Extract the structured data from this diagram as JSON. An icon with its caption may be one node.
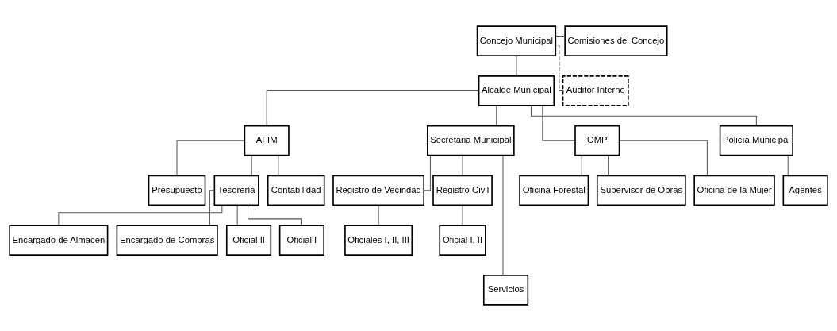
{
  "diagram": {
    "nodes": [
      {
        "text": [
          "Concejo Municipal"
        ]
      },
      {
        "text": [
          "Comisiones del Concejo"
        ]
      },
      {
        "text": [
          "Auditor Interno"
        ]
      },
      {
        "text": [
          "Alcalde Municipal"
        ]
      },
      {
        "text": [
          "AFIM"
        ]
      },
      {
        "text": [
          "Secretaria Municipal"
        ]
      },
      {
        "text": [
          "OMP"
        ]
      },
      {
        "text": [
          "Policía Municipal"
        ]
      },
      {
        "text": [
          "Presupuesto"
        ]
      },
      {
        "text": [
          "Tesorería"
        ]
      },
      {
        "text": [
          "Contabilidad"
        ]
      },
      {
        "text": [
          "Registro de Vecindad"
        ]
      },
      {
        "text": [
          "Registro Civil"
        ]
      },
      {
        "text": [
          "Oficina Forestal"
        ]
      },
      {
        "text": [
          "Supervisor de Obras"
        ]
      },
      {
        "text": [
          "Oficina de la Mujer"
        ]
      },
      {
        "text": [
          "Agentes"
        ]
      },
      {
        "text": [
          "Encargado de Almacen"
        ]
      },
      {
        "text": [
          "Encargado de Compras"
        ]
      },
      {
        "text": [
          "Oficial II"
        ]
      },
      {
        "text": [
          "Oficial I"
        ]
      },
      {
        "text": [
          "Oficiales I, II, III"
        ]
      },
      {
        "text": [
          "Oficial I, II"
        ]
      },
      {
        "text": [
          "Servicios"
        ]
      }
    ],
    "edges": [
      {
        "from": 0,
        "to": 1,
        "arrow": "none"
      },
      {
        "from": 0,
        "to": 3,
        "arrow": "none"
      },
      {
        "from": 2,
        "to": 0,
        "arrow": "none",
        "style": "dashed"
      },
      {
        "from": 3,
        "to": 4,
        "arrow": "none"
      },
      {
        "from": 3,
        "to": 5,
        "arrow": "none"
      },
      {
        "from": 3,
        "to": 6,
        "arrow": "none"
      },
      {
        "from": 3,
        "to": 7,
        "arrow": "none"
      },
      {
        "from": 4,
        "to": 8,
        "arrow": "none"
      },
      {
        "from": 4,
        "to": 9,
        "arrow": "none"
      },
      {
        "from": 4,
        "to": 10,
        "arrow": "none"
      },
      {
        "from": 5,
        "to": 11,
        "arrow": "none"
      },
      {
        "from": 5,
        "to": 12,
        "arrow": "none"
      },
      {
        "from": 5,
        "to": 23,
        "arrow": "none"
      },
      {
        "from": 6,
        "to": 13,
        "arrow": "none"
      },
      {
        "from": 6,
        "to": 14,
        "arrow": "none"
      },
      {
        "from": 6,
        "to": 15,
        "arrow": "none"
      },
      {
        "from": 7,
        "to": 16,
        "arrow": "none"
      },
      {
        "from": 9,
        "to": 17,
        "arrow": "none"
      },
      {
        "from": 9,
        "to": 18,
        "arrow": "none"
      },
      {
        "from": 9,
        "to": 19,
        "arrow": "none"
      },
      {
        "from": 9,
        "to": 20,
        "arrow": "none"
      },
      {
        "from": 11,
        "to": 21,
        "arrow": "none"
      },
      {
        "from": 12,
        "to": 22,
        "arrow": "none"
      }
    ]
  }
}
